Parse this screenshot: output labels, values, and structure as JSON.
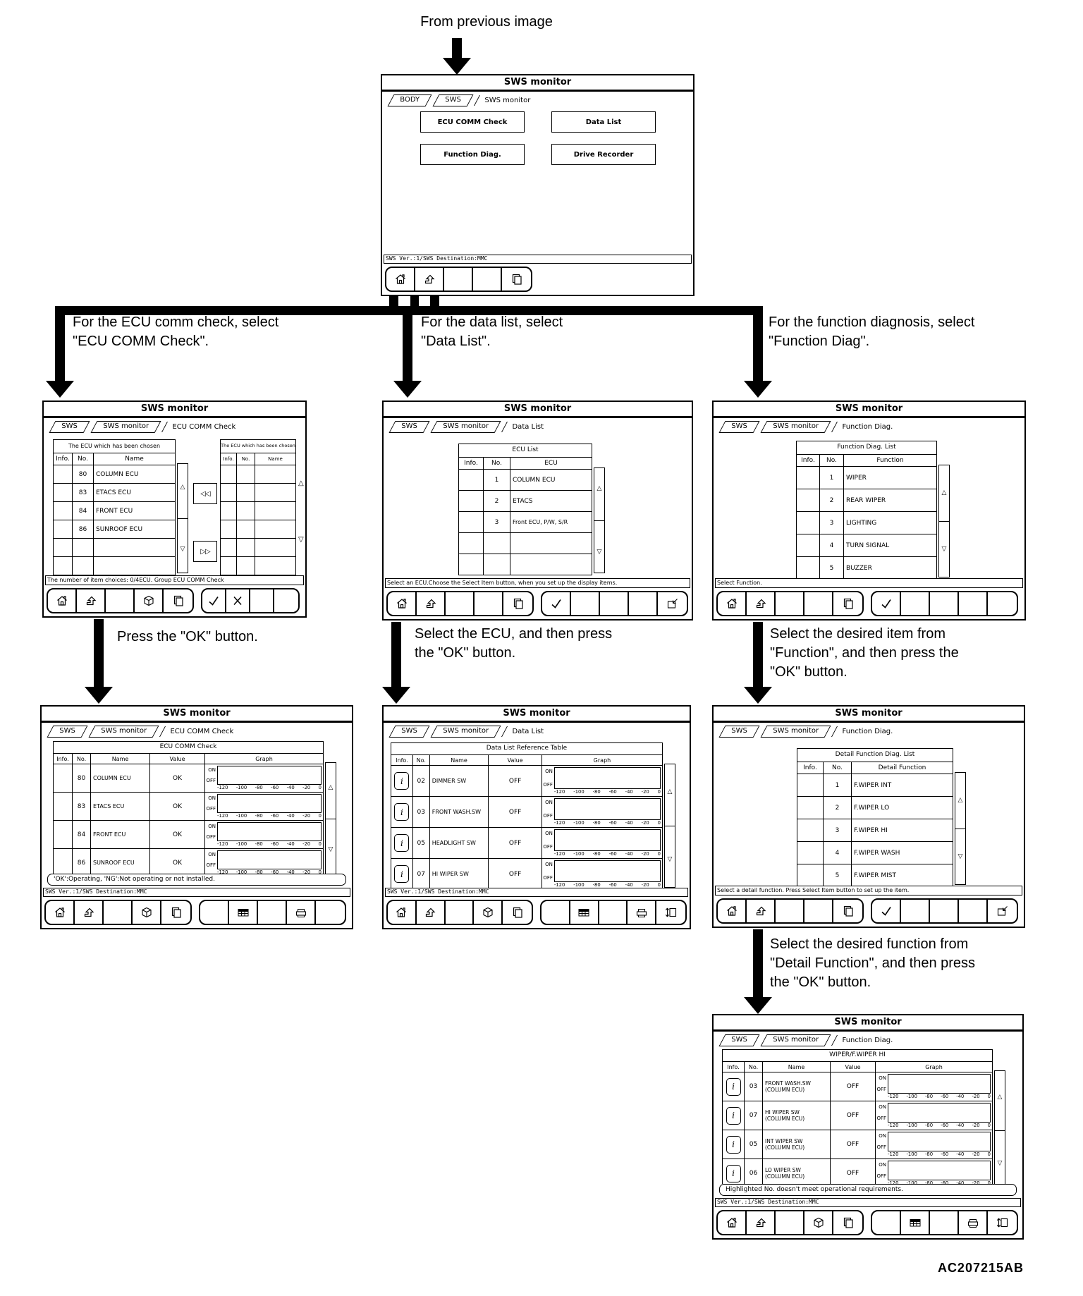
{
  "page": {
    "code": "AC207215AB"
  },
  "annotations": {
    "from_previous": "From previous image",
    "branch_ecu_l1": "For the ECU comm check, select",
    "branch_ecu_l2": "\"ECU COMM Check\".",
    "branch_data_l1": "For the data list, select",
    "branch_data_l2": "\"Data List\".",
    "branch_func_l1": "For the function diagnosis, select",
    "branch_func_l2": "\"Function Diag\".",
    "press_ok": "Press the \"OK\" button.",
    "select_ecu_l1": "Select the ECU, and then press",
    "select_ecu_l2": "the \"OK\" button.",
    "select_item_l1": "Select the desired item from",
    "select_item_l2": "\"Function\", and then press the",
    "select_item_l3": "\"OK\" button.",
    "select_func_l1": "Select the desired function from",
    "select_func_l2": "\"Detail Function\", and then press",
    "select_func_l3": "the \"OK\" button."
  },
  "common": {
    "title": "SWS monitor",
    "status": "SWS Ver.:1/SWS Destination:MMC",
    "on": "ON",
    "off": "OFF",
    "ticks": [
      "-120",
      "-100",
      "-80",
      "-60",
      "-40",
      "-20",
      "0"
    ],
    "tri_up": "△",
    "tri_down": "▽",
    "move_left": "◁◁",
    "move_right": "▷▷",
    "info_glyph": "i"
  },
  "menu": {
    "tabs": {
      "boxed": [
        "BODY",
        "SWS"
      ],
      "current": "SWS monitor"
    },
    "buttons": [
      "ECU COMM Check",
      "Data List",
      "Function Diag.",
      "Drive Recorder"
    ],
    "toolbar": {
      "left": [
        "home-icon",
        "return-icon",
        "",
        "",
        ""
      ],
      "right": []
    }
  },
  "ecu_select": {
    "tabs": {
      "boxed": [
        "SWS",
        "SWS monitor"
      ],
      "current": "ECU COMM Check"
    },
    "left_header": "The ECU which has been chosen",
    "right_header": "The ECU which has been chosen",
    "cols": [
      "Info.",
      "No.",
      "Name"
    ],
    "rows": [
      {
        "no": "80",
        "name": "COLUMN ECU"
      },
      {
        "no": "83",
        "name": "ETACS ECU"
      },
      {
        "no": "84",
        "name": "FRONT ECU"
      },
      {
        "no": "86",
        "name": "SUNROOF ECU"
      }
    ],
    "message": "The number of item choices: 0/4ECU. Group ECU COMM Check",
    "toolbar": {
      "left": [
        "home-icon",
        "return-icon",
        "",
        "package-icon",
        "copy-icon"
      ],
      "right": [
        "check-icon",
        "cross-icon",
        "",
        ""
      ]
    }
  },
  "data_select": {
    "tabs": {
      "boxed": [
        "SWS",
        "SWS monitor"
      ],
      "current": "Data List"
    },
    "header": "ECU List",
    "cols": [
      "Info.",
      "No.",
      "ECU"
    ],
    "rows": [
      {
        "no": "1",
        "ecu": "COLUMN ECU"
      },
      {
        "no": "2",
        "ecu": "ETACS"
      },
      {
        "no": "3",
        "ecu": "Front ECU, P/W, S/R"
      }
    ],
    "message": "Select an ECU.Choose the Select Item button, when you set up the display items.",
    "toolbar": {
      "left": [
        "home-icon",
        "return-icon",
        "",
        "",
        "copy-icon"
      ],
      "right": [
        "check-icon",
        "",
        "",
        "",
        "select-item-icon"
      ]
    }
  },
  "func_select": {
    "tabs": {
      "boxed": [
        "SWS",
        "SWS monitor"
      ],
      "current": "Function Diag."
    },
    "header": "Function Diag. List",
    "cols": [
      "Info.",
      "No.",
      "Function"
    ],
    "rows": [
      {
        "no": "1",
        "function": "WIPER"
      },
      {
        "no": "2",
        "function": "REAR WIPER"
      },
      {
        "no": "3",
        "function": "LIGHTING"
      },
      {
        "no": "4",
        "function": "TURN SIGNAL"
      },
      {
        "no": "5",
        "function": "BUZZER"
      }
    ],
    "message": "Select Function.",
    "toolbar": {
      "left": [
        "home-icon",
        "return-icon",
        "",
        "",
        "copy-icon"
      ],
      "right": [
        "check-icon",
        "",
        "",
        "",
        ""
      ]
    }
  },
  "ecu_result": {
    "tabs": {
      "boxed": [
        "SWS",
        "SWS monitor"
      ],
      "current": "ECU COMM Check"
    },
    "header": "ECU COMM Check",
    "cols": [
      "Info.",
      "No.",
      "Name",
      "Value",
      "Graph"
    ],
    "rows": [
      {
        "no": "80",
        "name": "COLUMN ECU",
        "value": "OK"
      },
      {
        "no": "83",
        "name": "ETACS ECU",
        "value": "OK"
      },
      {
        "no": "84",
        "name": "FRONT ECU",
        "value": "OK"
      },
      {
        "no": "86",
        "name": "SUNROOF ECU",
        "value": "OK"
      }
    ],
    "note": "'OK':Operating, 'NG':Not operating or not installed.",
    "toolbar": {
      "left": [
        "home-icon",
        "return-icon",
        "",
        "package-icon",
        "copy-icon"
      ],
      "right": [
        "",
        "grid-icon",
        "",
        "printer-icon",
        ""
      ]
    }
  },
  "data_result": {
    "tabs": {
      "boxed": [
        "SWS",
        "SWS monitor"
      ],
      "current": "Data List"
    },
    "header": "Data List Reference Table",
    "cols": [
      "Info.",
      "No.",
      "Name",
      "Value",
      "Graph"
    ],
    "rows": [
      {
        "no": "02",
        "name": "DIMMER SW",
        "value": "OFF"
      },
      {
        "no": "03",
        "name": "FRONT WASH.SW",
        "value": "OFF"
      },
      {
        "no": "05",
        "name": "HEADLIGHT SW",
        "value": "OFF"
      },
      {
        "no": "07",
        "name": "HI WIPER SW",
        "value": "OFF"
      }
    ],
    "toolbar": {
      "left": [
        "home-icon",
        "return-icon",
        "",
        "package-icon",
        "copy-icon"
      ],
      "right": [
        "",
        "grid-icon",
        "",
        "printer-icon",
        "screen-change-icon"
      ]
    }
  },
  "detail_select": {
    "tabs": {
      "boxed": [
        "SWS",
        "SWS monitor"
      ],
      "current": "Function Diag."
    },
    "header": "Detail Function Diag. List",
    "cols": [
      "Info.",
      "No.",
      "Detail Function"
    ],
    "rows": [
      {
        "no": "1",
        "detail": "F.WIPER INT"
      },
      {
        "no": "2",
        "detail": "F.WIPER LO"
      },
      {
        "no": "3",
        "detail": "F.WIPER HI"
      },
      {
        "no": "4",
        "detail": "F.WIPER WASH"
      },
      {
        "no": "5",
        "detail": "F.WIPER MIST"
      }
    ],
    "message": "Select a detail function. Press Select Item button to set up the item.",
    "toolbar": {
      "left": [
        "home-icon",
        "return-icon",
        "",
        "",
        "copy-icon"
      ],
      "right": [
        "check-icon",
        "",
        "",
        "",
        "select-item-icon"
      ]
    }
  },
  "detail_result": {
    "tabs": {
      "boxed": [
        "SWS",
        "SWS monitor"
      ],
      "current": "Function Diag."
    },
    "header": "WIPER/F.WIPER HI",
    "cols": [
      "Info.",
      "No.",
      "Name",
      "Value",
      "Graph"
    ],
    "rows": [
      {
        "no": "03",
        "name": "FRONT WASH.SW",
        "sub": "(COLUMN ECU)",
        "value": "OFF"
      },
      {
        "no": "07",
        "name": "HI WIPER SW",
        "sub": "(COLUMN ECU)",
        "value": "OFF"
      },
      {
        "no": "05",
        "name": "INT WIPER SW",
        "sub": "(COLUMN ECU)",
        "value": "OFF"
      },
      {
        "no": "06",
        "name": "LO WIPER SW",
        "sub": "(COLUMN ECU)",
        "value": "OFF"
      }
    ],
    "note": "Highlighted No. doesn't meet operational requirements.",
    "toolbar": {
      "left": [
        "home-icon",
        "return-icon",
        "",
        "package-icon",
        "copy-icon"
      ],
      "right": [
        "",
        "grid-icon",
        "",
        "printer-icon",
        "screen-change-icon"
      ]
    }
  }
}
